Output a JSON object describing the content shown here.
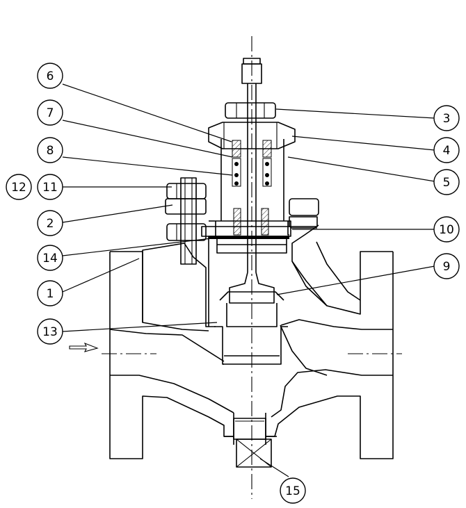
{
  "callouts": [
    {
      "id": "c1",
      "label": "1"
    },
    {
      "id": "c2",
      "label": "2"
    },
    {
      "id": "c3",
      "label": "3"
    },
    {
      "id": "c4",
      "label": "4"
    },
    {
      "id": "c5",
      "label": "5"
    },
    {
      "id": "c6",
      "label": "6"
    },
    {
      "id": "c7",
      "label": "7"
    },
    {
      "id": "c8",
      "label": "8"
    },
    {
      "id": "c9",
      "label": "9"
    },
    {
      "id": "c10",
      "label": "10"
    },
    {
      "id": "c11",
      "label": "11"
    },
    {
      "id": "c12",
      "label": "12"
    },
    {
      "id": "c13",
      "label": "13"
    },
    {
      "id": "c14",
      "label": "14"
    },
    {
      "id": "c15",
      "label": "15"
    }
  ],
  "colors": {
    "ink": "#000000",
    "paper": "#ffffff"
  }
}
